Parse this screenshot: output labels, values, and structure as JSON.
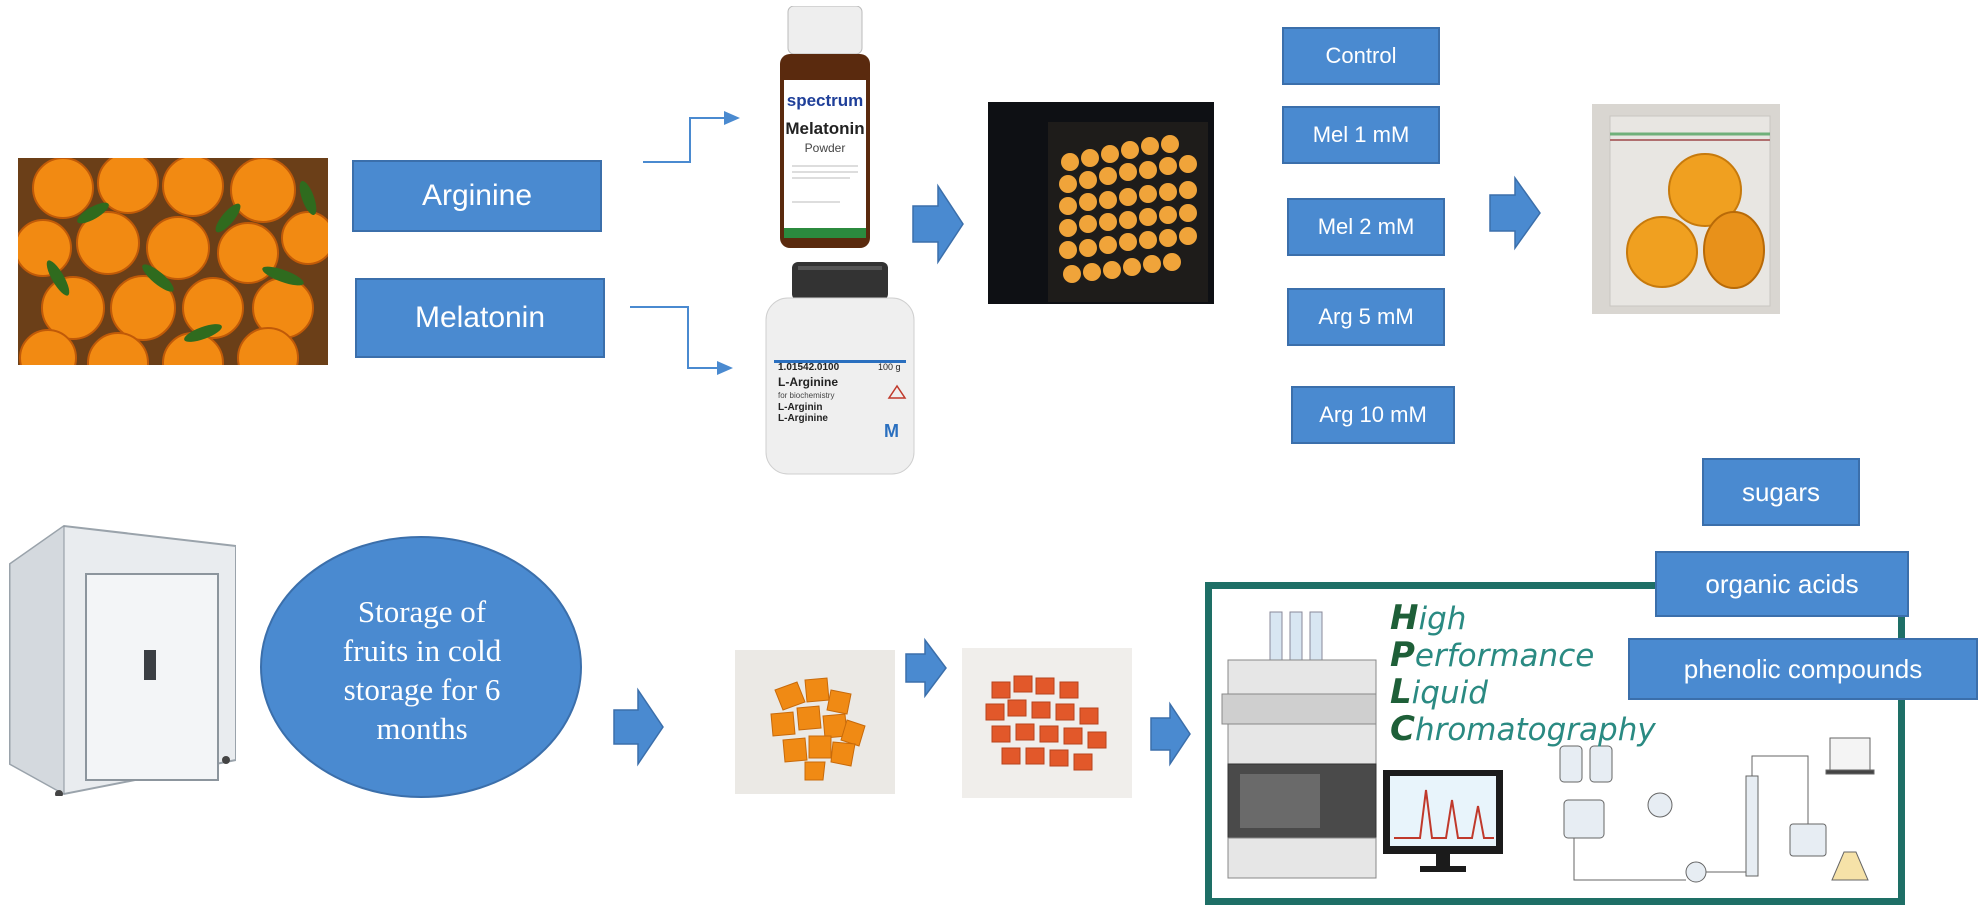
{
  "inputs": {
    "arginine": "Arginine",
    "melatonin": "Melatonin"
  },
  "bottles": {
    "melatonin_brand": "spectrum",
    "melatonin_name": "Melatonin",
    "melatonin_form": "Powder",
    "arginine_code": "1.01542.0100",
    "arginine_name": "L-Arginine",
    "arginine_sub": "for biochemistry",
    "arginine_l1": "L-Arginin",
    "arginine_l2": "L-Arginine",
    "arginine_mass": "100 g",
    "merck_logo": "M"
  },
  "treatments": [
    "Control",
    "Mel 1 mM",
    "Mel 2 mM",
    "Arg 5 mM",
    "Arg 10 mM"
  ],
  "storage": {
    "text_l1": "Storage of",
    "text_l2": "fruits in cold",
    "text_l3": "storage for 6",
    "text_l4": "months"
  },
  "hplc": {
    "l1_cap": "H",
    "l1_rest": "igh",
    "l2_cap": "P",
    "l2_rest": "erformance",
    "l3_cap": "L",
    "l3_rest": "iquid",
    "l4_cap": "C",
    "l4_rest": "hromatography"
  },
  "analyses": [
    "sugars",
    "organic acids",
    "phenolic compounds"
  ],
  "colors": {
    "box_fill": "#4a8ad0",
    "box_border": "#3b6fab",
    "arrow": "#4a8ad0",
    "hplc_frame": "#1e6f66",
    "orange": "#f07a10"
  }
}
